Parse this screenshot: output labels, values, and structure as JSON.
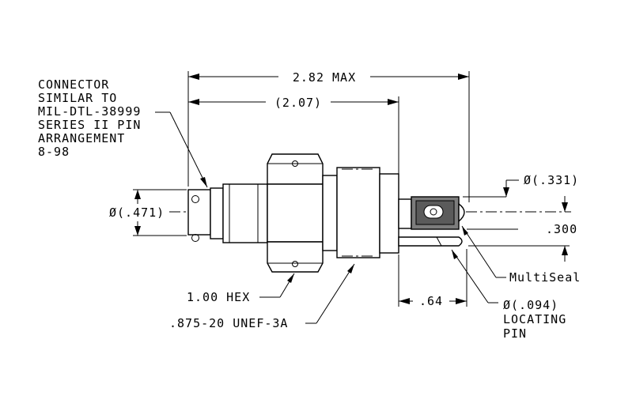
{
  "drawing": {
    "overall_length": "2.82 MAX",
    "body_length": "(2.07)",
    "connector_note": [
      "CONNECTOR",
      "SIMILAR TO",
      "MIL-DTL-38999",
      "SERIES II PIN",
      "ARRANGEMENT",
      "8-98"
    ],
    "diameter_471": "Ø(.471)",
    "diameter_331": "Ø(.331)",
    "offset_300": ".300",
    "seal_label": "MultiSeal",
    "hex_label": "1.00 HEX",
    "thread_label": ".875-20 UNEF-3A",
    "pin_length": ".64",
    "locating_pin": [
      "Ø(.094)",
      "LOCATING",
      "PIN"
    ]
  }
}
